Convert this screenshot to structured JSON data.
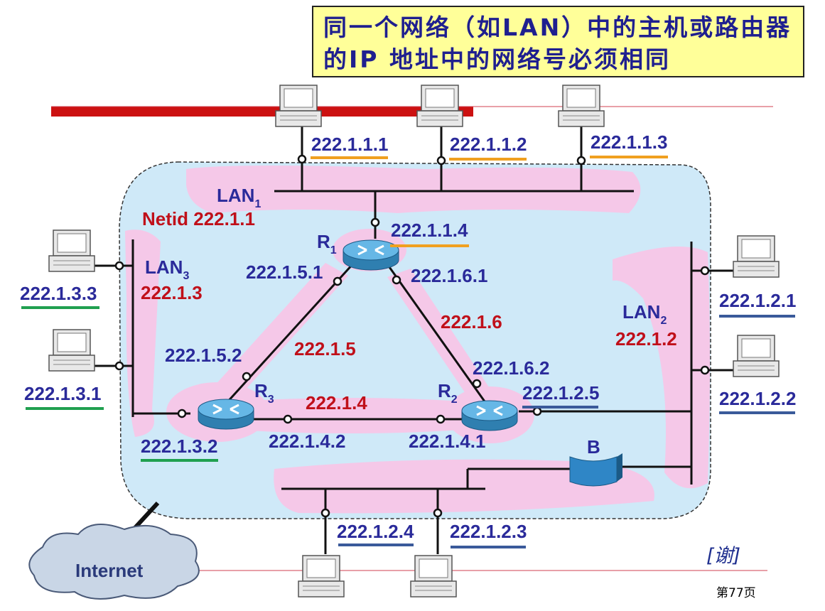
{
  "note": {
    "line1": "同一个网络（如LAN）中的主机或路由器",
    "line2": "的IP 地址中的网络号必须相同"
  },
  "colors": {
    "host_addr": "#2a2a9a",
    "net_id": "#c0101a",
    "lan1_underline": "#f0a020",
    "lan2_underline": "#3a5a9a",
    "lan3_underline": "#20a050",
    "cloud_fill": "#cfe9f8",
    "highlight": "#f5c8e8",
    "red_bar": "#cc1111"
  },
  "lan1": {
    "label": "LAN",
    "sub": "1",
    "netid_prefix": "Netid ",
    "netid": "222.1.1",
    "hosts": [
      "222.1.1.1",
      "222.1.1.2",
      "222.1.1.3"
    ],
    "router_iface": "222.1.1.4"
  },
  "lan2": {
    "label": "LAN",
    "sub": "2",
    "netid": "222.1.2",
    "hosts": [
      "222.1.2.1",
      "222.1.2.2",
      "222.1.2.4",
      "222.1.2.3"
    ],
    "router_iface": "222.1.2.5"
  },
  "lan3": {
    "label": "LAN",
    "sub": "3",
    "netid": "222.1.3",
    "hosts": [
      "222.1.3.3",
      "222.1.3.1"
    ],
    "router_iface": "222.1.3.2"
  },
  "routers": {
    "r1": {
      "label": "R",
      "sub": "1"
    },
    "r2": {
      "label": "R",
      "sub": "2"
    },
    "r3": {
      "label": "R",
      "sub": "3"
    }
  },
  "links": {
    "r1_r3": {
      "net": "222.1.5",
      "r1_side": "222.1.5.1",
      "r3_side": "222.1.5.2"
    },
    "r1_r2": {
      "net": "222.1.6",
      "r1_side": "222.1.6.1",
      "r2_side": "222.1.6.2"
    },
    "r3_r2": {
      "net": "222.1.4",
      "r3_side": "222.1.4.2",
      "r2_side": "222.1.4.1"
    }
  },
  "bridge_label": "B",
  "internet_label": "Internet",
  "footer": {
    "link": "谢",
    "page": "第77页"
  }
}
